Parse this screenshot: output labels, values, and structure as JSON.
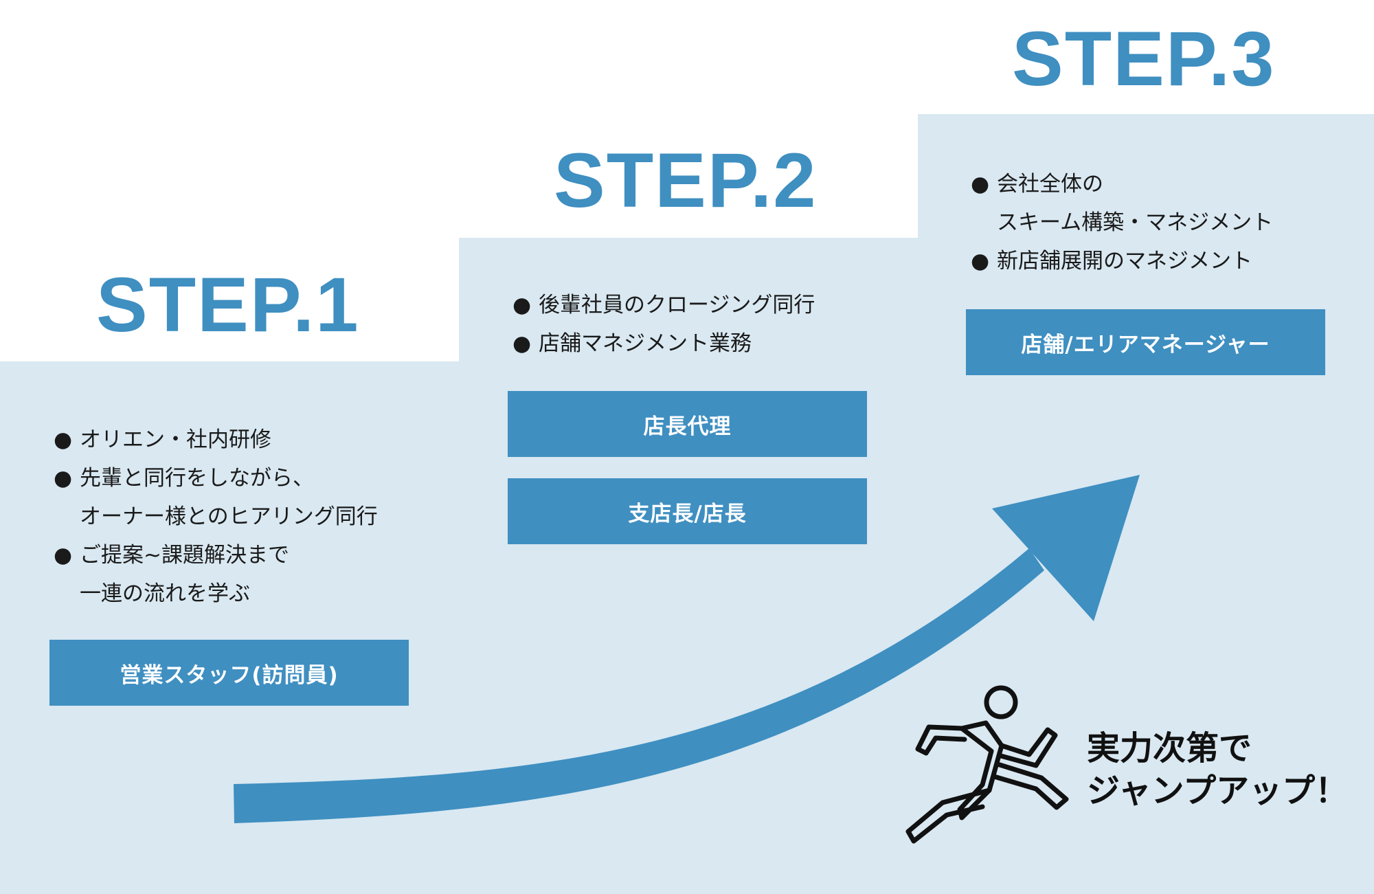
{
  "steps": [
    {
      "title": "STEP.1",
      "items": [
        {
          "bullet": "●",
          "line1": "オリエン・社内研修",
          "line2": ""
        },
        {
          "bullet": "●",
          "line1": "先輩と同行をしながら、",
          "line2": "オーナー様とのヒアリング同行"
        },
        {
          "bullet": "●",
          "line1": "ご提案~課題解決まで",
          "line2": "一連の流れを学ぶ"
        }
      ],
      "roles": [
        "営業スタッフ(訪問員)"
      ]
    },
    {
      "title": "STEP.2",
      "items": [
        {
          "bullet": "●",
          "line1": "後輩社員のクロージング同行",
          "line2": ""
        },
        {
          "bullet": "●",
          "line1": "店舗マネジメント業務",
          "line2": ""
        }
      ],
      "roles": [
        "店長代理",
        "支店長/店長"
      ]
    },
    {
      "title": "STEP.3",
      "items": [
        {
          "bullet": "●",
          "line1": "会社全体の",
          "line2": "スキーム構築・マネジメント"
        },
        {
          "bullet": "●",
          "line1": "新店舗展開のマネジメント",
          "line2": ""
        }
      ],
      "roles": [
        "店舗/エリアマネージャー"
      ]
    }
  ],
  "tagline": {
    "line1": "実力次第で",
    "line2": "ジャンプアップ！"
  },
  "icons": {
    "arrow": "rising-arrow-icon",
    "runner": "running-person-icon"
  },
  "colors": {
    "accent": "#3f8fc1",
    "stage_bg": "#d9e8f1",
    "text": "#1a1a1a"
  }
}
